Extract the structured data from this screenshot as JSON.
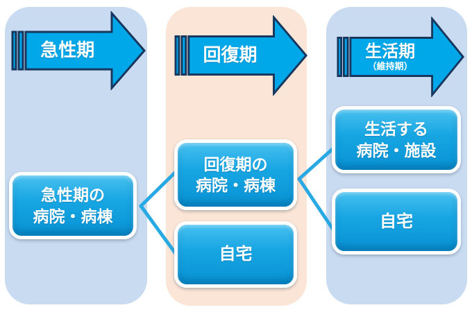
{
  "diagram": {
    "title": "care-phase-flow-diagram",
    "phases": [
      {
        "id": "acute",
        "arrow": {
          "label": "急性期",
          "sublabel": ""
        },
        "boxes": [
          {
            "line1": "急性期の",
            "line2": "病院・病棟"
          }
        ]
      },
      {
        "id": "recovery",
        "arrow": {
          "label": "回復期",
          "sublabel": ""
        },
        "boxes": [
          {
            "line1": "回復期の",
            "line2": "病院・病棟"
          },
          {
            "line1": "自宅",
            "line2": ""
          }
        ]
      },
      {
        "id": "life",
        "arrow": {
          "label": "生活期",
          "sublabel": "（維持期）"
        },
        "boxes": [
          {
            "line1": "生活する",
            "line2": "病院・施設"
          },
          {
            "line1": "自宅",
            "line2": ""
          }
        ]
      }
    ],
    "connections": [
      {
        "from": "急性期の病院・病棟",
        "to": "回復期の病院・病棟"
      },
      {
        "from": "急性期の病院・病棟",
        "to": "自宅（回復期）"
      },
      {
        "from": "回復期の病院・病棟",
        "to": "生活する病院・施設"
      },
      {
        "from": "回復期の病院・病棟",
        "to": "自宅（生活期）"
      }
    ],
    "colors": {
      "col_blue": "#C8DBF0",
      "col_peach": "#FBE5D6",
      "arrow_fill": "#00A8EA",
      "arrow_stroke": "#17375E",
      "connector": "#29A9E4",
      "box_border": "#FFFFFF",
      "box_top": "#47C0EF",
      "box_mid": "#18A6E3",
      "box_bottom": "#0792D3",
      "label_text": "#FFFFFF"
    }
  }
}
